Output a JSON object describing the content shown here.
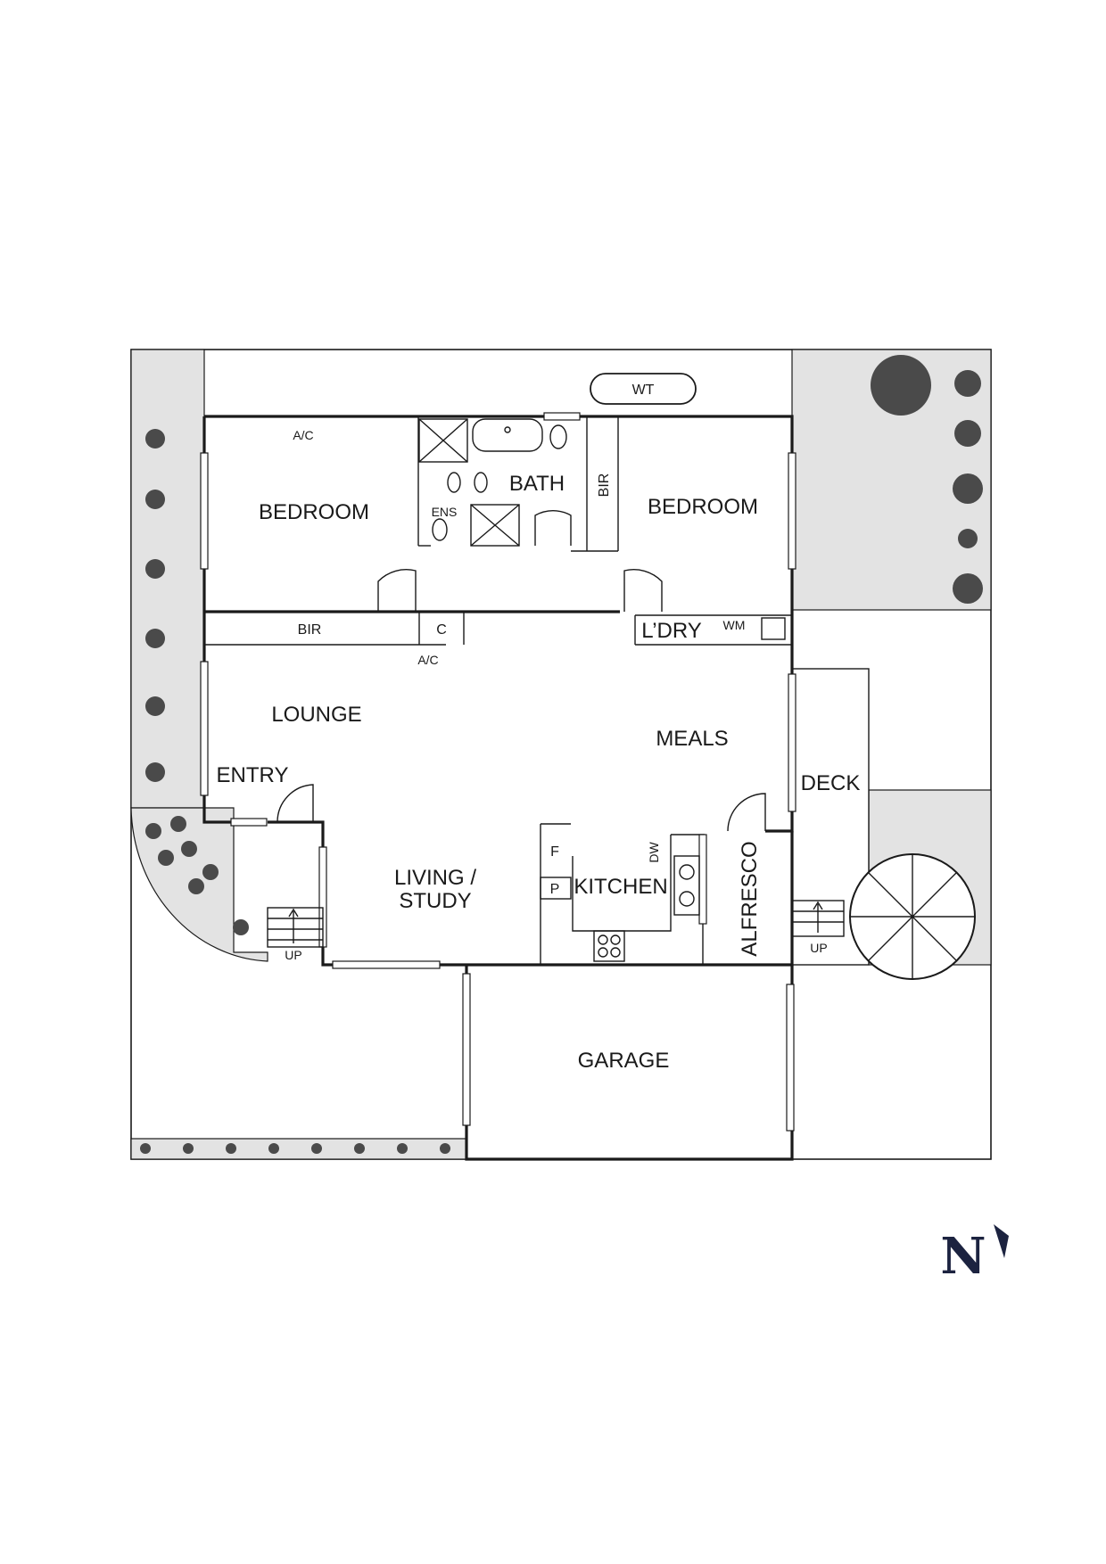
{
  "labels": {
    "water_tank": "WT",
    "ac_top": "A/C",
    "ac_hall": "A/C",
    "bedroom_1": "BEDROOM",
    "bedroom_2": "BEDROOM",
    "bath": "BATH",
    "ensuite": "ENS",
    "bir_vertical": "BIR",
    "bir_hall": "BIR",
    "cupboard": "C",
    "laundry": "L’DRY",
    "washing_machine": "WM",
    "lounge": "LOUNGE",
    "meals": "MEALS",
    "entry": "ENTRY",
    "deck": "DECK",
    "fridge": "F",
    "pantry": "P",
    "kitchen": "KITCHEN",
    "dishwasher": "DW",
    "living_line1": "LIVING /",
    "living_line2": "STUDY",
    "alfresco": "ALFRESCO",
    "up_entry": "UP",
    "up_deck": "UP",
    "garage": "GARAGE",
    "north": "N"
  },
  "colors": {
    "ink": "#1a1a1a",
    "garden": "#e3e3e3",
    "compass": "#1c2340",
    "background": "#ffffff"
  },
  "icons": [
    "shrub-icon",
    "tree-icon",
    "toilet-icon",
    "shower-icon",
    "bathtub-icon",
    "sink-icon",
    "cooktop-icon",
    "north-arrow-icon"
  ]
}
